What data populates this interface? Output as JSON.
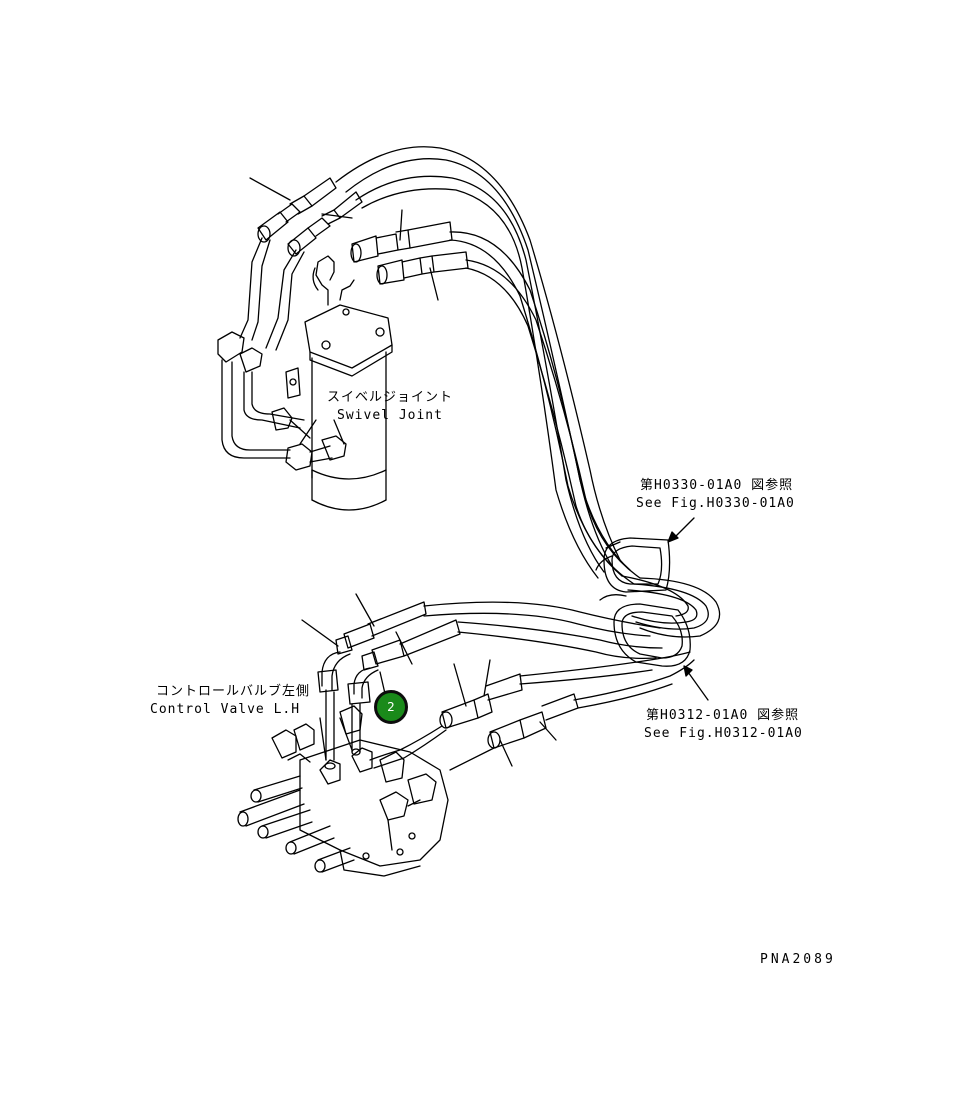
{
  "labels": {
    "swivel_jp": "スイベルジョイント",
    "swivel_en": "Swivel Joint",
    "ref1_jp": "第H0330-01A0 図参照",
    "ref1_en": "See Fig.H0330-01A0",
    "ref2_jp": "第H0312-01A0 図参照",
    "ref2_en": "See Fig.H0312-01A0",
    "cv_jp": "コントロールバルブ左側",
    "cv_en": "Control Valve L.H",
    "drawing_id": "PNA2089"
  },
  "callout": {
    "number": "2",
    "color": "#1a8a1a"
  },
  "colors": {
    "line": "#000000",
    "background": "#ffffff"
  }
}
